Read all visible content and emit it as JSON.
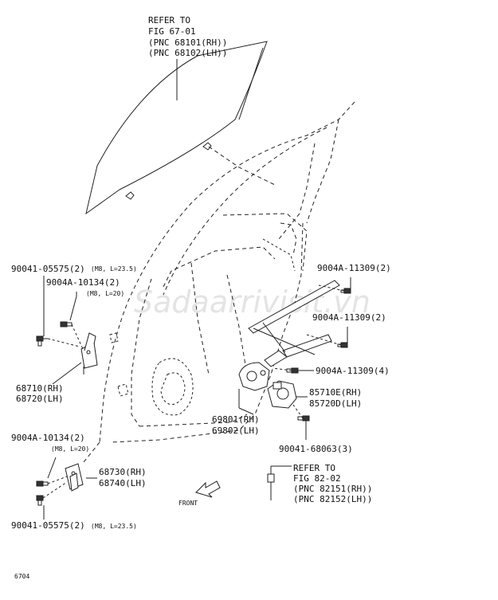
{
  "glass_ref": {
    "line1": "REFER TO",
    "line2": "FIG 67-01",
    "line3": "(PNC 68101(RH))",
    "line4": "(PNC 68102(LH))"
  },
  "motor_ref": {
    "line1": "REFER TO",
    "line2": "FIG 82-02",
    "line3": "(PNC 82151(RH))",
    "line4": "(PNC 82152(LH))"
  },
  "labels": {
    "bolt_upper_left": "90041-05575(2)",
    "bolt_upper_left_spec": "(M8, L=23.5)",
    "bolt_hinge_upper": "9004A-10134(2)",
    "bolt_hinge_upper_spec": "(M8, L=20)",
    "hinge_upper_rh": "68710(RH)",
    "hinge_upper_lh": "68720(LH)",
    "bolt_hinge_lower": "9004A-10134(2)",
    "bolt_hinge_lower_spec": "(M8, L=20)",
    "hinge_lower_rh": "68730(RH)",
    "hinge_lower_lh": "68740(LH)",
    "bolt_lower_left": "90041-05575(2)",
    "bolt_lower_left_spec": "(M8, L=23.5)",
    "bolt_reg_1": "9004A-11309(2)",
    "bolt_reg_2": "9004A-11309(2)",
    "bolt_reg_3": "9004A-11309(4)",
    "motor_rh": "85710E(RH)",
    "motor_lh": "85720D(LH)",
    "regulator_rh": "69801(RH)",
    "regulator_lh": "69802(LH)",
    "screw_motor": "90041-68063(3)",
    "front": "FRONT",
    "figure_number": "6704",
    "watermark": "Sadaarrivisit.vn"
  },
  "colors": {
    "line": "#222222",
    "background": "#ffffff",
    "watermark": "#c8c8c8"
  }
}
